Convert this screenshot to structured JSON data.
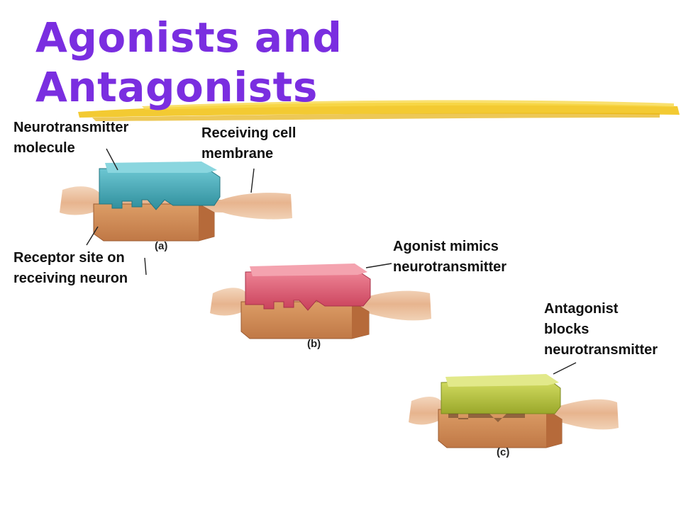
{
  "title": {
    "line1": "Agonists and",
    "line2": "Antagonists"
  },
  "labels": {
    "neurotransmitter": [
      "Neurotransmitter",
      "molecule"
    ],
    "membrane": [
      "Receiving cell",
      "membrane"
    ],
    "receptor": [
      "Receptor site on",
      "receiving neuron"
    ],
    "agonist": [
      "Agonist mimics",
      "neurotransmitter"
    ],
    "antagonist": [
      "Antagonist",
      "blocks",
      "neurotransmitter"
    ]
  },
  "panels": [
    {
      "letter": "(a)",
      "block_color": "#3fa6b4",
      "block_name": "neurotransmitter-molecule"
    },
    {
      "letter": "(b)",
      "block_color": "#d9566a",
      "block_name": "agonist-molecule"
    },
    {
      "letter": "(c)",
      "block_color": "#b6c23a",
      "block_name": "antagonist-molecule"
    }
  ],
  "colors": {
    "title": "#7a2ee0",
    "highlight": "#f2c41c",
    "receptor": "#d8955c",
    "membrane": "#ecc19e"
  }
}
